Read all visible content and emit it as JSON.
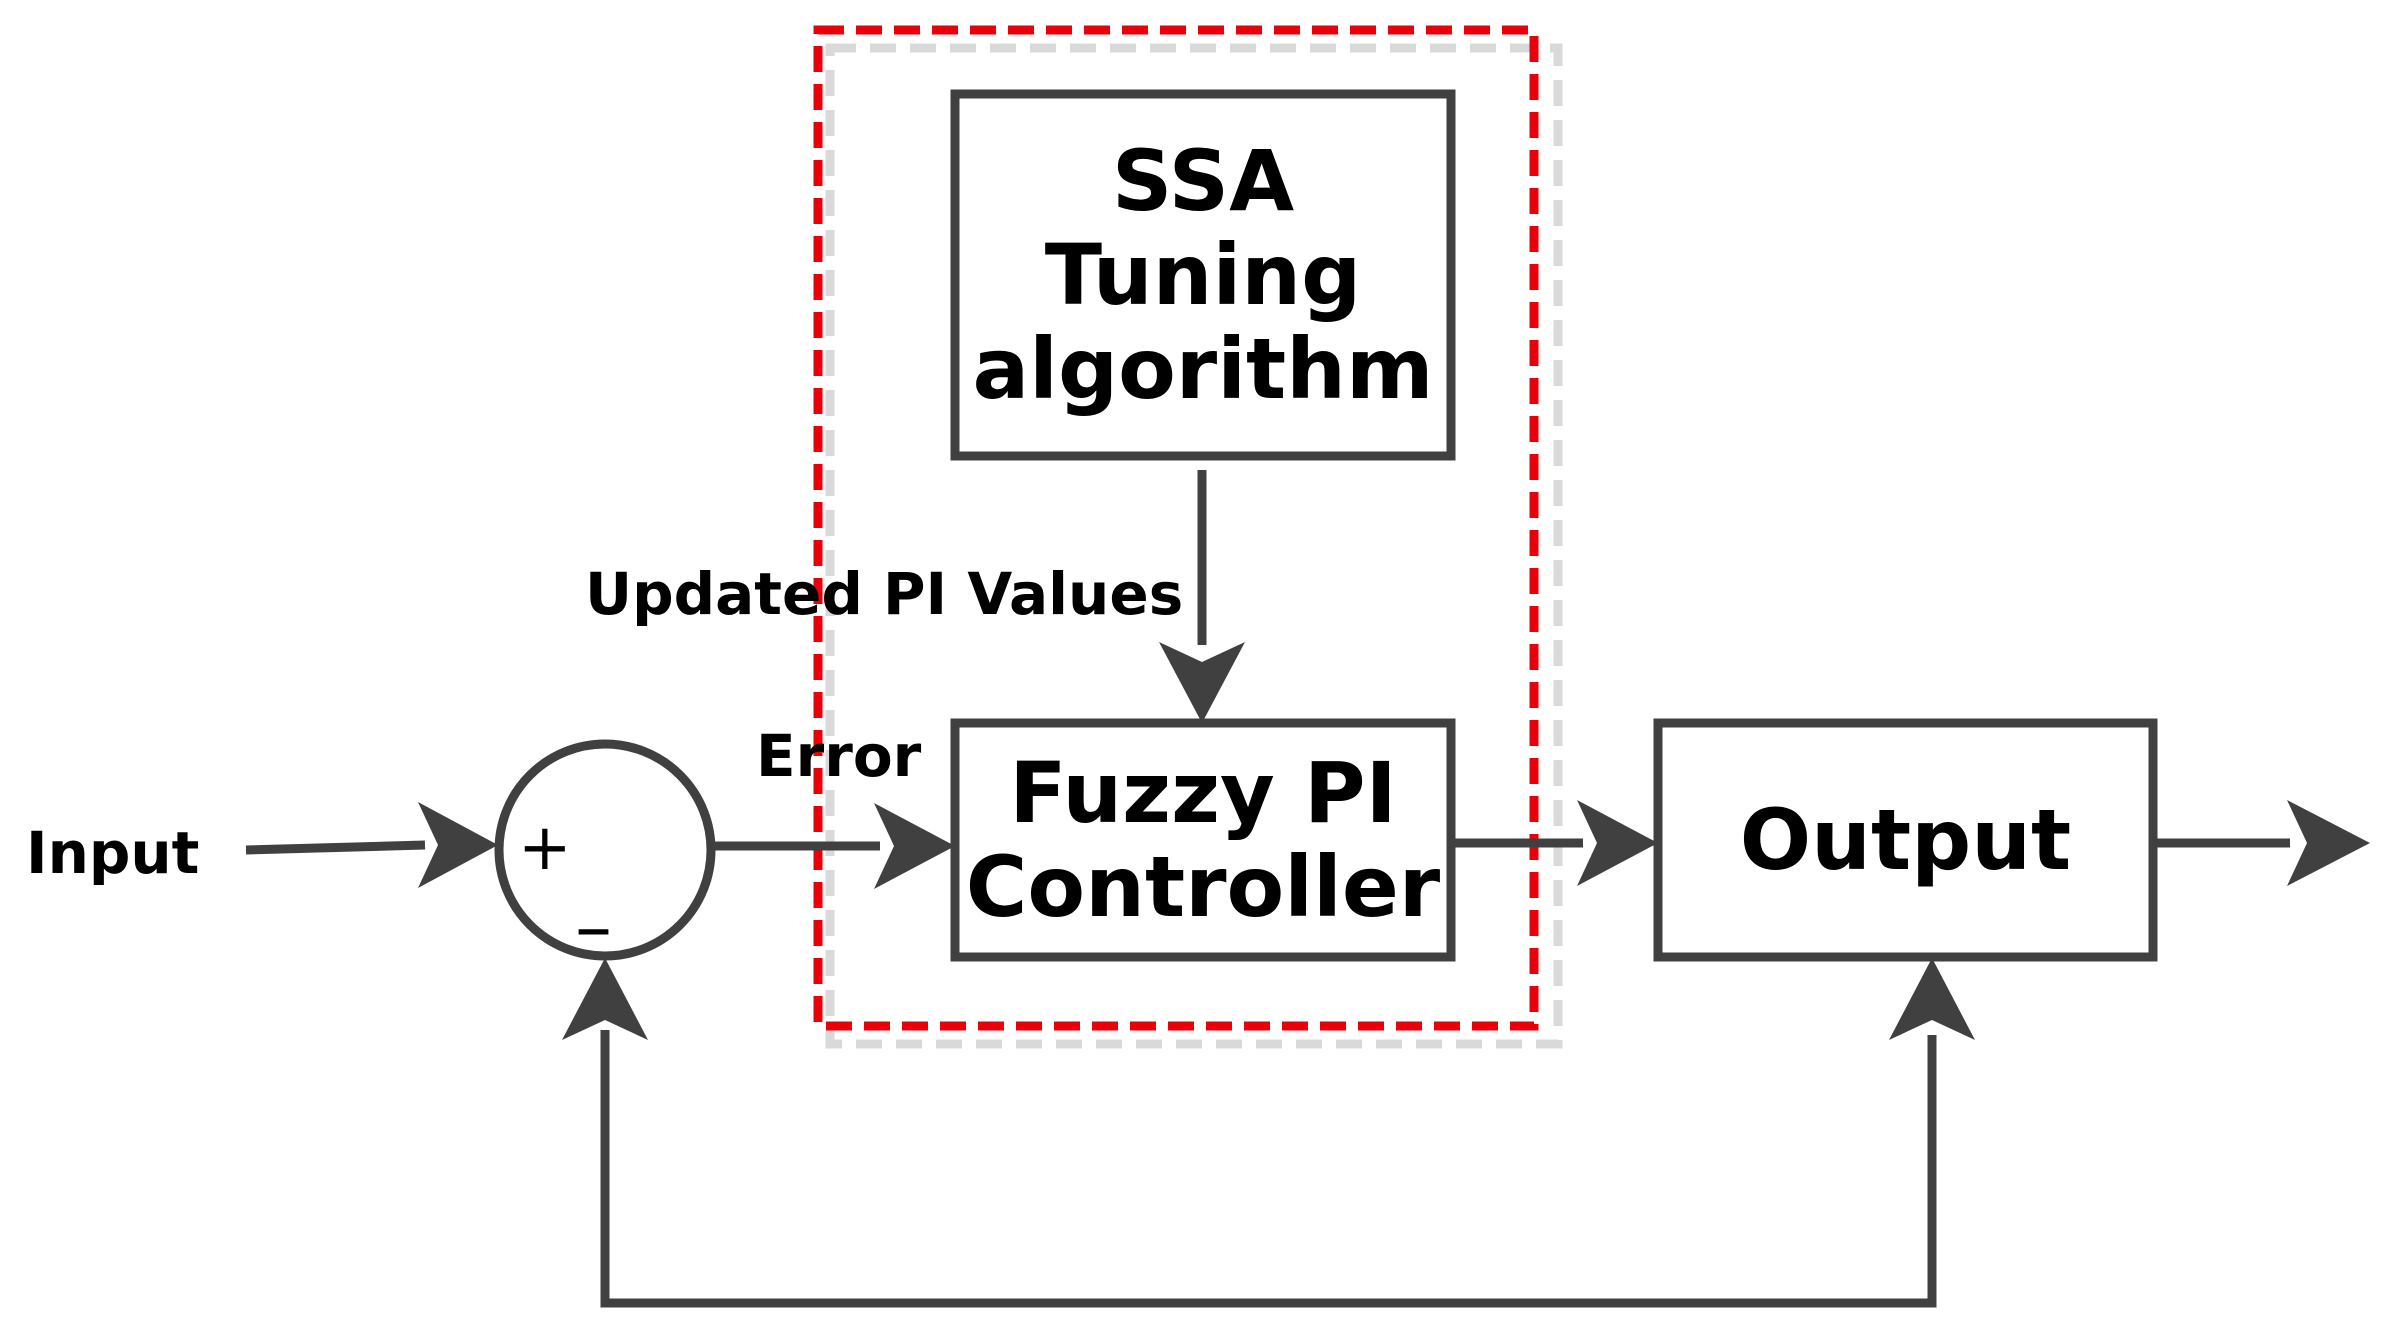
{
  "diagram": {
    "labels": {
      "input": "Input",
      "error": "Error",
      "updated_pi": "Updated PI Values",
      "plus": "+",
      "minus": "–"
    },
    "blocks": {
      "ssa": {
        "lines": [
          "SSA",
          "Tuning",
          "algorithm"
        ]
      },
      "fuzzy": {
        "lines": [
          "Fuzzy PI",
          "Controller"
        ]
      },
      "output": {
        "lines": [
          "Output"
        ]
      }
    },
    "colors": {
      "line": "#404040",
      "dashed_red": "#e8000b",
      "dashed_gray": "#d9d9d9",
      "text": "#000000"
    }
  }
}
